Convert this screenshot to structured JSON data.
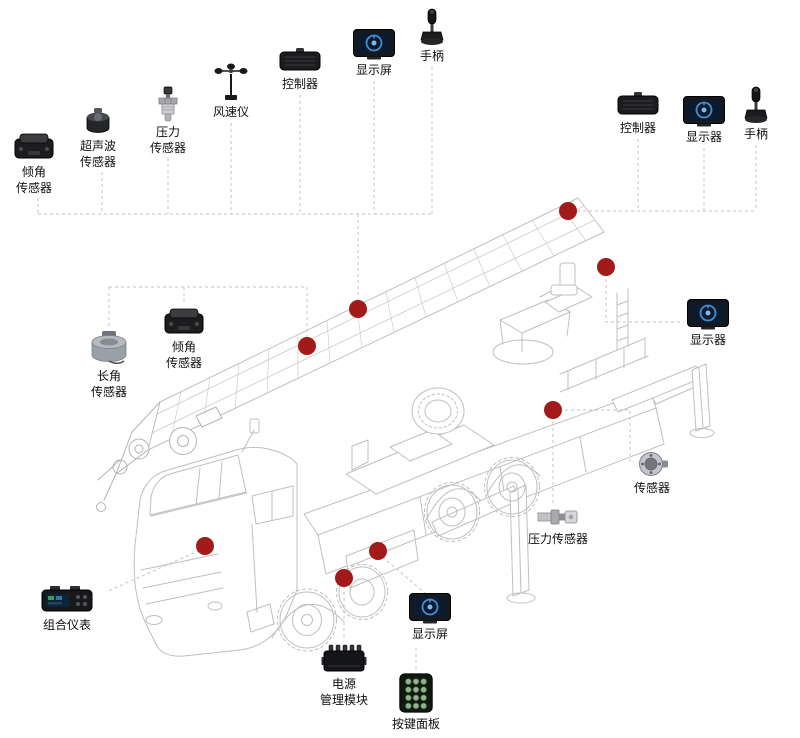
{
  "diagram": {
    "kind": "annotated-equipment-diagram",
    "subject": "truck-mounted aerial platform wireframe drawing",
    "marker_color": "#a31a1a",
    "marker_count": 8,
    "components": [
      {
        "id": "tilt-sensor-upper-left",
        "label": "倾角\n传感器",
        "icon": "tilt-sensor"
      },
      {
        "id": "ultrasonic-sensor",
        "label": "超声波\n传感器",
        "icon": "ultrasonic-sensor"
      },
      {
        "id": "pressure-sensor-top",
        "label": "压力\n传感器",
        "icon": "pressure-sensor"
      },
      {
        "id": "anemometer",
        "label": "风速仪",
        "icon": "anemometer"
      },
      {
        "id": "controller-top",
        "label": "控制器",
        "icon": "controller"
      },
      {
        "id": "display-top",
        "label": "显示屏",
        "icon": "display"
      },
      {
        "id": "joystick-top",
        "label": "手柄",
        "icon": "joystick"
      },
      {
        "id": "controller-right",
        "label": "控制器",
        "icon": "controller"
      },
      {
        "id": "display-upper-right",
        "label": "显示器",
        "icon": "display"
      },
      {
        "id": "joystick-right",
        "label": "手柄",
        "icon": "joystick"
      },
      {
        "id": "length-angle-sensor",
        "label": "长角\n传感器",
        "icon": "cable-reel-sensor"
      },
      {
        "id": "tilt-sensor-boom",
        "label": "倾角\n传感器",
        "icon": "tilt-sensor"
      },
      {
        "id": "display-mid-right",
        "label": "显示器",
        "icon": "display"
      },
      {
        "id": "sensor-right",
        "label": "传感器",
        "icon": "round-sensor"
      },
      {
        "id": "pressure-sensor-right",
        "label": "压力传感器",
        "icon": "pressure-sensor-horizontal"
      },
      {
        "id": "display-bottom",
        "label": "显示屏",
        "icon": "display"
      },
      {
        "id": "power-module",
        "label": "电源\n管理模块",
        "icon": "power-module"
      },
      {
        "id": "keypad",
        "label": "按键面板",
        "icon": "keypad"
      },
      {
        "id": "combo-instrument",
        "label": "组合仪表",
        "icon": "instrument-cluster"
      }
    ]
  }
}
